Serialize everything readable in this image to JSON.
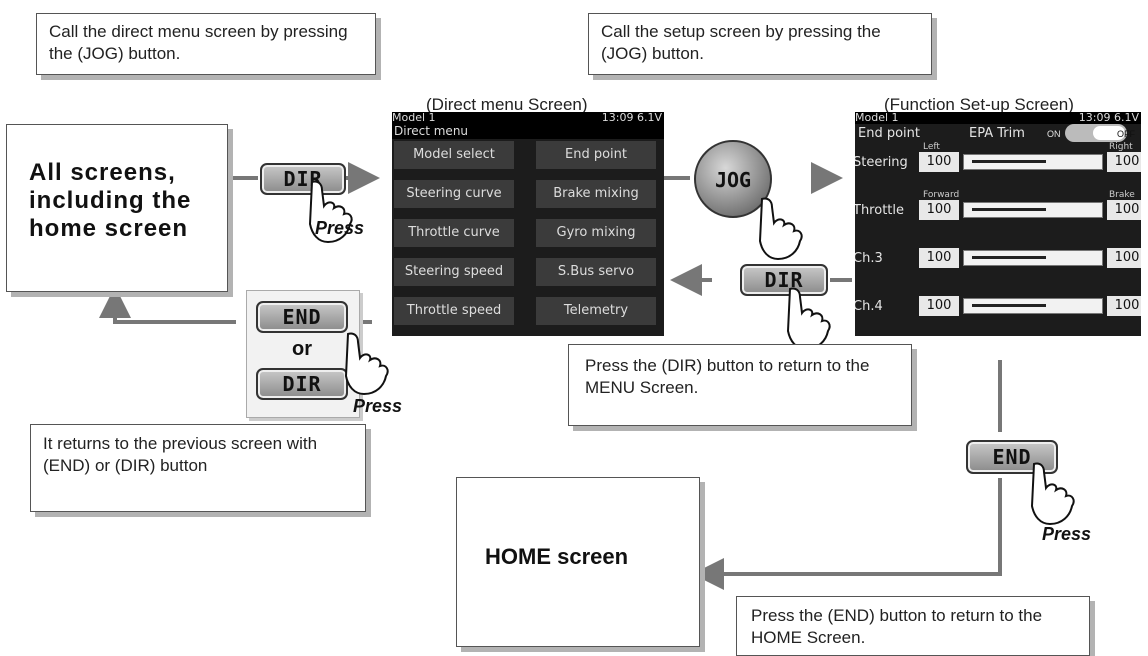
{
  "callouts": {
    "direct_menu": "Call the direct menu screen by pressing the (JOG) button.",
    "setup": "Call the setup screen by pressing the (JOG) button.",
    "return_menu": "Press the (DIR) button to return to the MENU Screen.",
    "previous": "It returns to the previous screen with (END) or (DIR) button",
    "return_home": "Press the (END) button to return to the HOME Screen."
  },
  "captions": {
    "direct_menu": "(Direct menu Screen)",
    "function_setup": "(Function Set-up Screen)"
  },
  "boxes": {
    "all_screens": "All screens, including the home screen",
    "home": "HOME screen"
  },
  "keys": {
    "dir": "DIR",
    "end": "END",
    "jog": "JOG",
    "or": "or",
    "press": "Press"
  },
  "direct_screen": {
    "model": "Model 1",
    "time": "13:09 6.1V",
    "title": "Direct menu",
    "rows": [
      [
        "Model select",
        "End point"
      ],
      [
        "Steering curve",
        "Brake mixing"
      ],
      [
        "Throttle curve",
        "Gyro mixing"
      ],
      [
        "Steering speed",
        "S.Bus servo"
      ],
      [
        "Throttle speed",
        "Telemetry"
      ]
    ]
  },
  "function_screen": {
    "model": "Model 1",
    "time": "13:09 6.1V",
    "title": "End point",
    "epa_label": "EPA Trim",
    "on": "ON",
    "off": "OFF",
    "rows": [
      {
        "label": "Steering",
        "left_label": "Left",
        "right_label": "Right",
        "left": "100",
        "right": "100",
        "pos": 0.6
      },
      {
        "label": "Throttle",
        "left_label": "Forward",
        "right_label": "Brake",
        "left": "100",
        "right": "100",
        "pos": 0.6
      },
      {
        "label": "Ch.3",
        "left_label": "",
        "right_label": "",
        "left": "100",
        "right": "100",
        "pos": 0.6
      },
      {
        "label": "Ch.4",
        "left_label": "",
        "right_label": "",
        "left": "100",
        "right": "100",
        "pos": 0.6
      }
    ]
  },
  "colors": {
    "arrow": "#777777",
    "screen_bg": "#1c1c1c",
    "cell": "#3b3b3b"
  }
}
